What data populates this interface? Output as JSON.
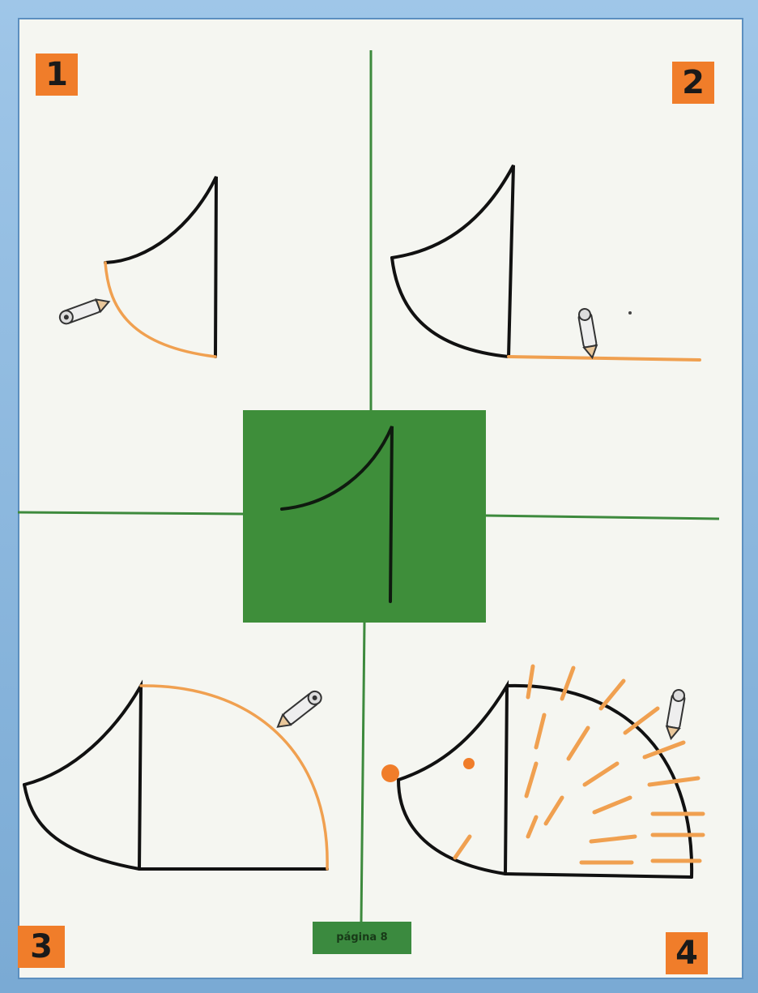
{
  "steps": [
    "1",
    "2",
    "3",
    "4"
  ],
  "footer": {
    "page_label": "página 8"
  },
  "colors": {
    "accent_orange": "#f07d2a",
    "green": "#3e8e3a",
    "frame_blue": "#7aaad4",
    "paper": "#f5f6f1"
  },
  "icons": [
    "pencil-icon"
  ]
}
